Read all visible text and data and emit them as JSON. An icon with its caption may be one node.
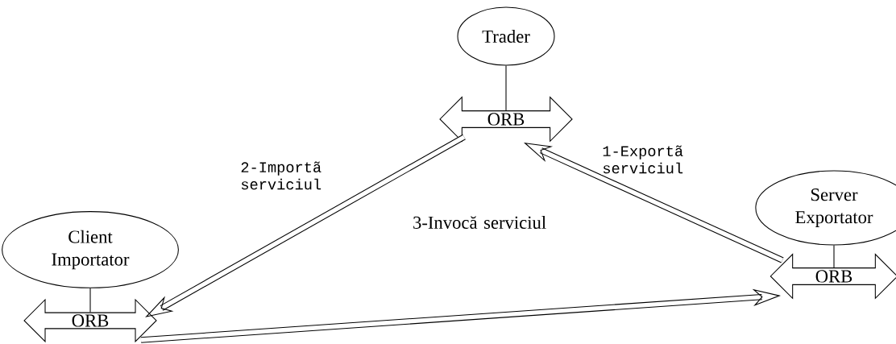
{
  "diagram": {
    "nodes": [
      {
        "text": [
          "Trader"
        ]
      },
      {
        "text": [
          "ORB"
        ]
      },
      {
        "text": [
          "Server Exportator"
        ]
      },
      {
        "text": [
          "ORB"
        ]
      },
      {
        "text": [
          "Client Importator"
        ]
      },
      {
        "text": [
          "ORB"
        ]
      }
    ],
    "edges": [
      {
        "from": 0,
        "to": 1,
        "arrow": "none"
      },
      {
        "from": 2,
        "to": 3,
        "arrow": "none"
      },
      {
        "from": 4,
        "to": 5,
        "arrow": "none"
      },
      {
        "from": 3,
        "to": 1,
        "arrow": "to",
        "label": "1-Exportã serviciul",
        "style": "thick"
      },
      {
        "from": 1,
        "to": 5,
        "arrow": "to",
        "label": "2-Importã serviciul",
        "style": "thick"
      },
      {
        "from": 5,
        "to": 3,
        "arrow": "to",
        "label": "3-Invocă serviciul",
        "style": "thick"
      }
    ]
  }
}
